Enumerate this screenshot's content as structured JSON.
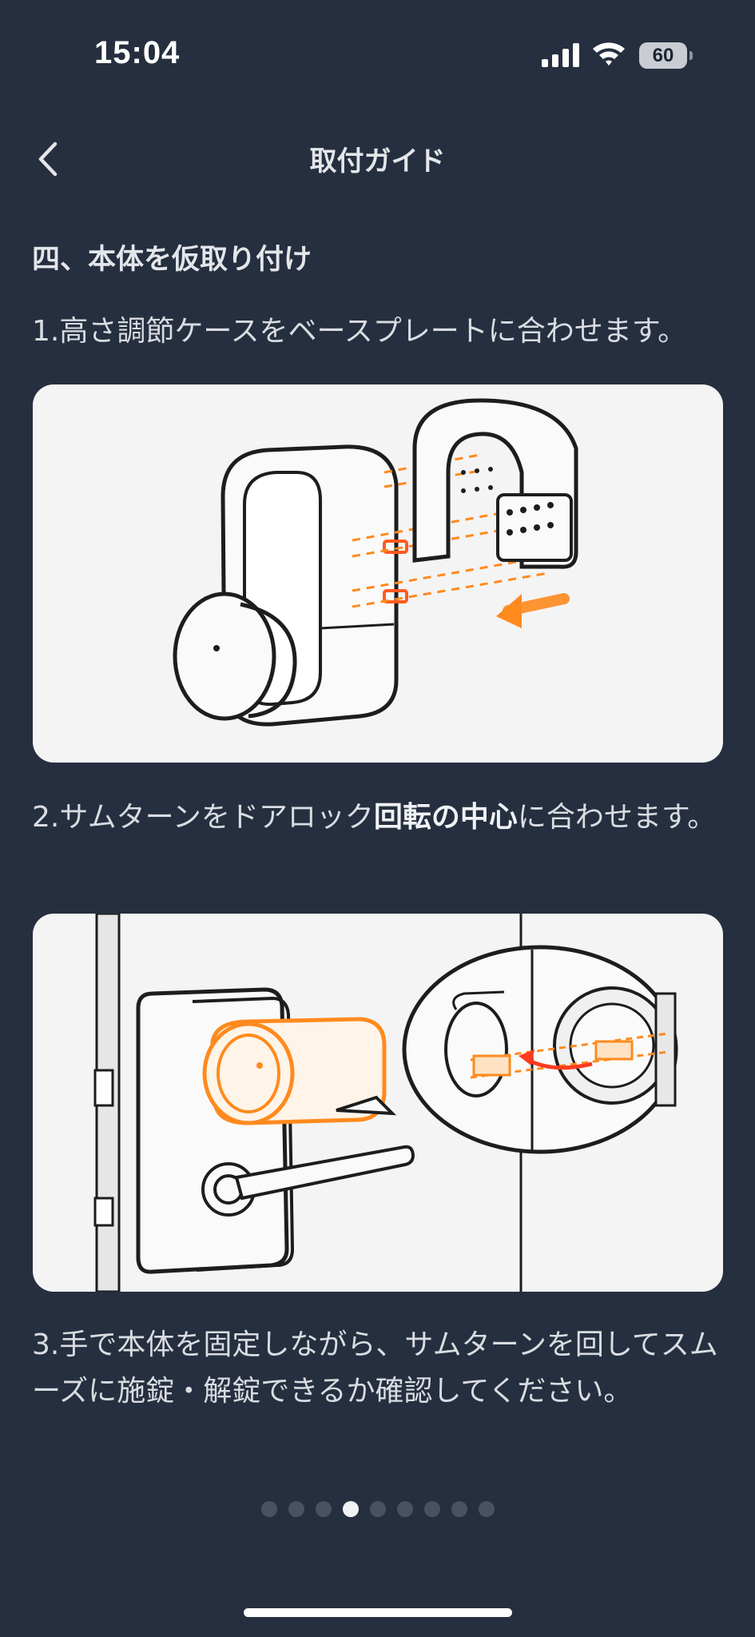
{
  "status_bar": {
    "time": "15:04",
    "battery": "60",
    "icons": [
      "signal-icon",
      "wifi-icon",
      "battery-icon"
    ]
  },
  "nav": {
    "back_icon": "chevron-left-icon",
    "title": "取付ガイド"
  },
  "section": {
    "title": "四、本体を仮取り付け"
  },
  "steps": [
    {
      "text": "1.高さ調節ケースをベースプレートに合わせます。"
    },
    {
      "text_before": "2.サムターンをドアロック",
      "text_bold": "回転の中心",
      "text_after": "に合わせます。"
    },
    {
      "text": "3.手で本体を固定しながら、サムターンを回してスムーズに施錠・解錠できるか確認してください。"
    }
  ],
  "illustrations": [
    {
      "name": "height-adjust-case-alignment"
    },
    {
      "name": "thumb-turn-center-alignment"
    }
  ],
  "pagination": {
    "total": 9,
    "current_index": 3
  },
  "colors": {
    "background": "#262f3f",
    "card": "#f4f4f4",
    "accent": "#ff8a1e",
    "dot_inactive": "#4a5262",
    "dot_active": "#f2f3f5"
  }
}
